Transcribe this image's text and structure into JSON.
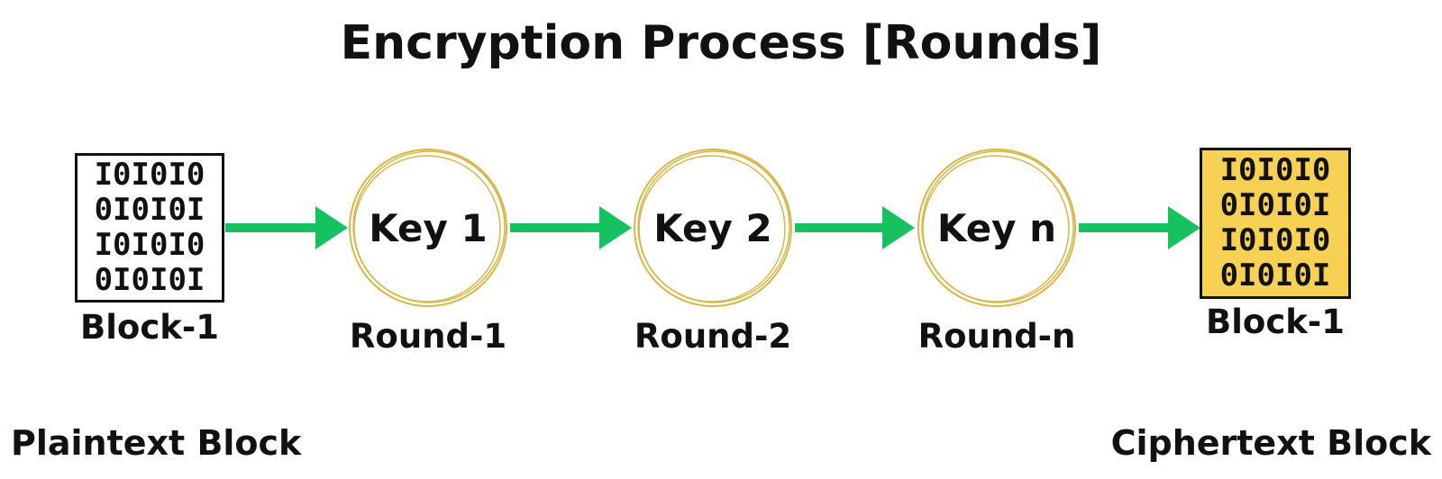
{
  "title": "Encryption Process [Rounds]",
  "colors": {
    "arrow": "#16c25f",
    "ring": "#d8b74a",
    "cipher_fill": "#f6d154"
  },
  "input_block": {
    "bits": [
      "I0I0I0",
      "0I0I0I",
      "I0I0I0",
      "0I0I0I"
    ],
    "label": "Block-1"
  },
  "rounds": [
    {
      "key": "Key 1",
      "label": "Round-1"
    },
    {
      "key": "Key 2",
      "label": "Round-2"
    },
    {
      "key": "Key n",
      "label": "Round-n"
    }
  ],
  "output_block": {
    "bits": [
      "I0I0I0",
      "0I0I0I",
      "I0I0I0",
      "0I0I0I"
    ],
    "label": "Block-1"
  },
  "footer": {
    "left": "Plaintext Block",
    "right": "Ciphertext Block"
  }
}
